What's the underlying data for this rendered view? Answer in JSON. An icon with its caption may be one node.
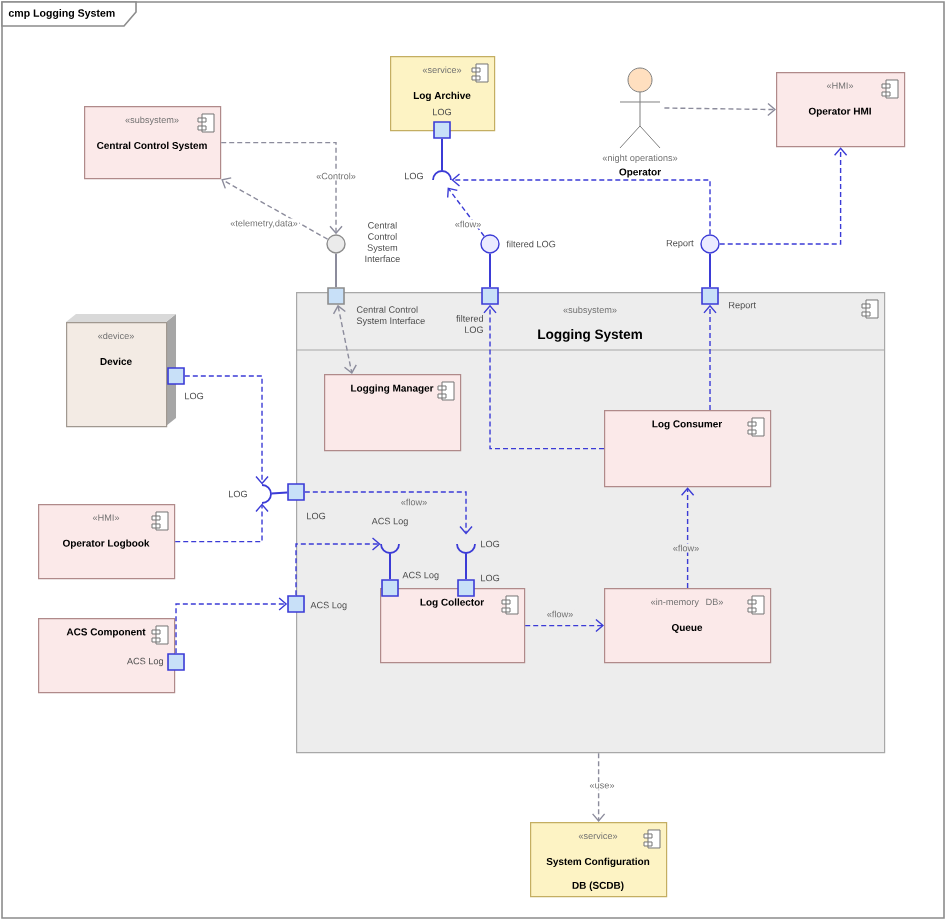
{
  "diagram": {
    "title": "cmp Logging System",
    "nodes": [
      {
        "text": [
          "«subsystem»",
          "Central Control System"
        ]
      },
      {
        "text": [
          "«service»",
          "Log Archive"
        ]
      },
      {
        "text": [
          "«night operations»",
          "Operator"
        ]
      },
      {
        "text": [
          "«HMI»",
          "Operator HMI"
        ]
      },
      {
        "text": [
          "«device»",
          "Device"
        ]
      },
      {
        "text": [
          "«subsystem»",
          "Logging System"
        ]
      },
      {
        "text": [
          "Logging Manager"
        ],
        "in": 5
      },
      {
        "text": [
          "Log Consumer"
        ],
        "in": 5
      },
      {
        "text": [
          "Log Collector"
        ],
        "in": 5
      },
      {
        "text": [
          "«in-memory DB»",
          "Queue"
        ],
        "in": 5
      },
      {
        "text": [
          "«HMI»",
          "Operator Logbook"
        ]
      },
      {
        "text": [
          "ACS Component"
        ]
      },
      {
        "text": [
          "«service»",
          "System Configuration DB (SCDB)"
        ]
      },
      {
        "text": [],
        "shape": "box"
      },
      {
        "text": [],
        "shape": "socket"
      },
      {
        "text": [],
        "shape": "circle"
      },
      {
        "text": [],
        "shape": "box"
      },
      {
        "text": [],
        "shape": "circle"
      },
      {
        "text": [],
        "shape": "box"
      },
      {
        "text": [],
        "shape": "circle"
      },
      {
        "text": [],
        "shape": "box"
      },
      {
        "text": [],
        "shape": "box"
      },
      {
        "text": [],
        "shape": "socket"
      },
      {
        "text": [],
        "shape": "box"
      },
      {
        "text": [],
        "shape": "box"
      },
      {
        "text": [],
        "shape": "box"
      },
      {
        "text": [],
        "shape": "socket",
        "in": 5
      },
      {
        "text": [],
        "shape": "box",
        "in": 5
      },
      {
        "text": [],
        "shape": "socket",
        "in": 5
      },
      {
        "text": [],
        "shape": "box",
        "in": 5
      }
    ],
    "edges": [
      {
        "from": 2,
        "to": 3,
        "arrow": "to",
        "style": "dashed",
        "color": "#8c8c9c"
      },
      {
        "from": 15,
        "to": 0,
        "arrow": "to",
        "style": "dashed",
        "color": "#8c8c9c",
        "label": "«telemetry,data»"
      },
      {
        "from": 0,
        "to": 15,
        "arrow": "to",
        "style": "dashed",
        "color": "#8c8c9c",
        "label": "«Control»"
      },
      {
        "from": 16,
        "to": 6,
        "arrow": "both",
        "style": "dashed",
        "color": "#8c8c9c"
      },
      {
        "from": 16,
        "to": 15,
        "arrow": "none",
        "color": "#8c8c9c"
      },
      {
        "from": 13,
        "to": 14,
        "arrow": "none"
      },
      {
        "from": 17,
        "to": 14,
        "arrow": "to",
        "style": "dashed",
        "label": "«flow»"
      },
      {
        "from": 19,
        "to": 14,
        "arrow": "to",
        "style": "dashed"
      },
      {
        "from": 19,
        "to": 3,
        "arrow": "to",
        "style": "dashed"
      },
      {
        "from": 17,
        "to": 18,
        "arrow": "none"
      },
      {
        "from": 19,
        "to": 20,
        "arrow": "none"
      },
      {
        "from": 7,
        "to": 18,
        "arrow": "to",
        "style": "dashed"
      },
      {
        "from": 7,
        "to": 20,
        "arrow": "to",
        "style": "dashed"
      },
      {
        "from": 9,
        "to": 7,
        "arrow": "to",
        "style": "dashed",
        "label": "«flow»"
      },
      {
        "from": 8,
        "to": 9,
        "arrow": "to",
        "style": "dashed",
        "label": "«flow»"
      },
      {
        "from": 21,
        "to": 22,
        "arrow": "to",
        "style": "dashed"
      },
      {
        "from": 10,
        "to": 22,
        "arrow": "to",
        "style": "dashed"
      },
      {
        "from": 22,
        "to": 23,
        "arrow": "none"
      },
      {
        "from": 23,
        "to": 28,
        "arrow": "to",
        "style": "dashed",
        "label": "«flow»"
      },
      {
        "from": 28,
        "to": 29,
        "arrow": "none"
      },
      {
        "from": 25,
        "to": 24,
        "arrow": "to",
        "style": "dashed"
      },
      {
        "from": 24,
        "to": 26,
        "arrow": "to",
        "style": "dashed"
      },
      {
        "from": 26,
        "to": 27,
        "arrow": "none"
      },
      {
        "from": 5,
        "to": 12,
        "arrow": "to",
        "style": "dashed",
        "color": "#8c8c9c",
        "label": "«use»"
      }
    ],
    "labels": [
      "LOG",
      "LOG",
      "Central Control System Interface",
      "filtered LOG",
      "Report",
      "Central Control System Interface",
      "filtered LOG",
      "Report",
      "LOG",
      "LOG",
      "LOG",
      "ACS Log",
      "LOG",
      "ACS Log",
      "LOG",
      "ACS Log",
      "ACS Log"
    ]
  }
}
